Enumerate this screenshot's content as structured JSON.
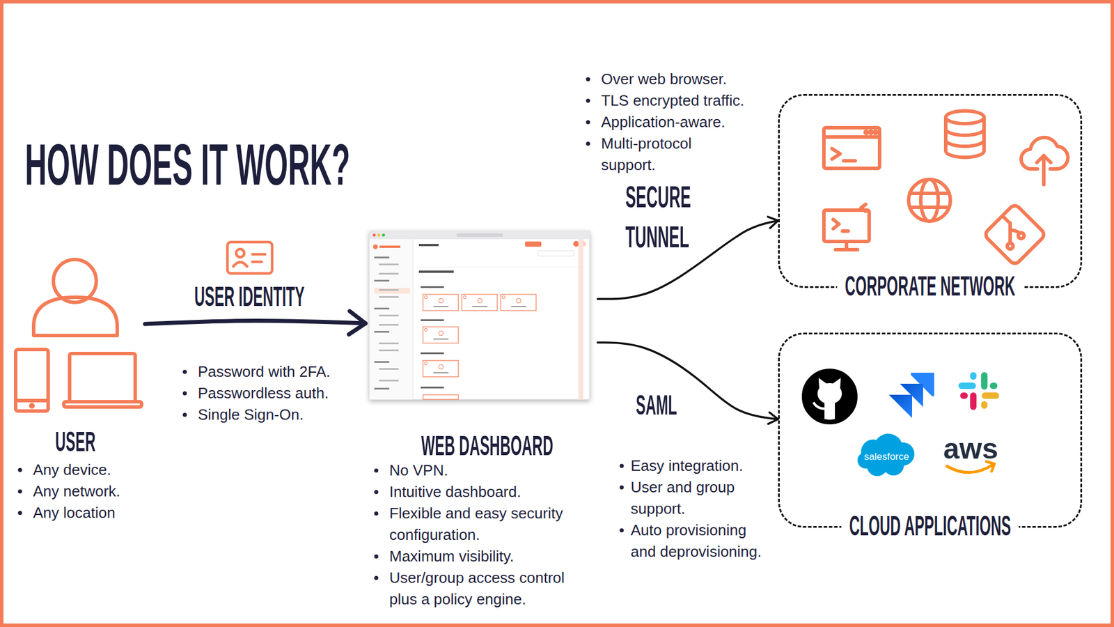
{
  "diagram": {
    "title": "HOW DOES IT WORK?",
    "nodes": [
      {
        "text": [
          "USER",
          "Any device.",
          "Any network.",
          "Any location"
        ]
      },
      {
        "text": [
          "WEB DASHBOARD",
          "No VPN.",
          "Intuitive dashboard.",
          "Flexible and easy security configuration.",
          "Maximum visibility.",
          "User/group access control plus a policy engine."
        ]
      },
      {
        "text": [
          "CORPORATE NETWORK"
        ]
      },
      {
        "text": [
          "CLOUD APPLICATIONS"
        ]
      }
    ],
    "edges": [
      {
        "from": 0,
        "to": 1,
        "label": "USER IDENTITY",
        "arrow": "to"
      },
      {
        "from": 1,
        "to": 2,
        "label": "SECURE TUNNEL",
        "arrow": "to"
      },
      {
        "from": 1,
        "to": 3,
        "label": "SAML",
        "arrow": "to"
      }
    ],
    "labels": [
      "Password with 2FA.",
      "Passwordless auth.",
      "Single Sign-On.",
      "Over web browser.",
      "TLS encrypted traffic.",
      "Application-aware.",
      "Multi-protocol support.",
      "Easy integration.",
      "User and group support.",
      "Auto provisioning and deprovisioning.",
      "salesforce",
      "aws"
    ]
  }
}
